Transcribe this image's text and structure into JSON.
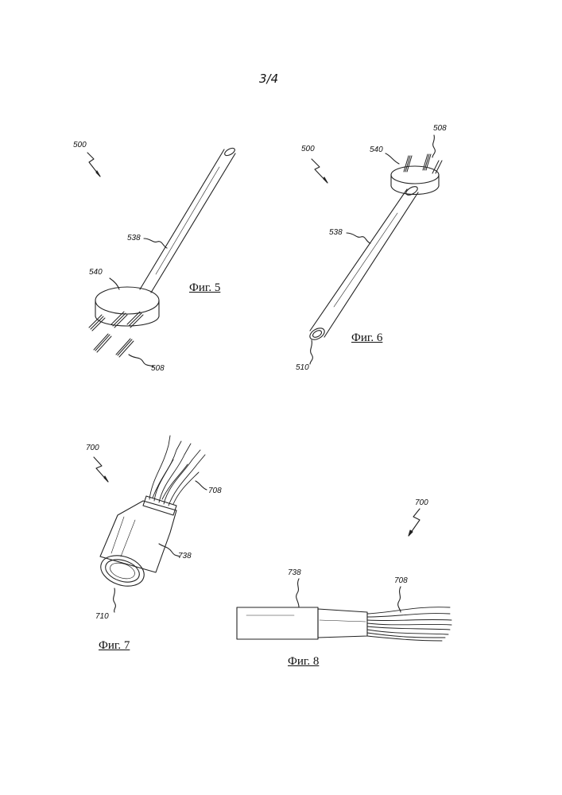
{
  "page": {
    "sheet_number": "3/4"
  },
  "figures": [
    {
      "caption": "Фиг. 5",
      "refs": [
        "500",
        "538",
        "540",
        "508"
      ]
    },
    {
      "caption": "Фиг. 6",
      "refs": [
        "500",
        "540",
        "508",
        "538",
        "510"
      ]
    },
    {
      "caption": "Фиг. 7",
      "refs": [
        "700",
        "708",
        "738",
        "710"
      ]
    },
    {
      "caption": "Фиг. 8",
      "refs": [
        "700",
        "738",
        "708"
      ]
    }
  ]
}
